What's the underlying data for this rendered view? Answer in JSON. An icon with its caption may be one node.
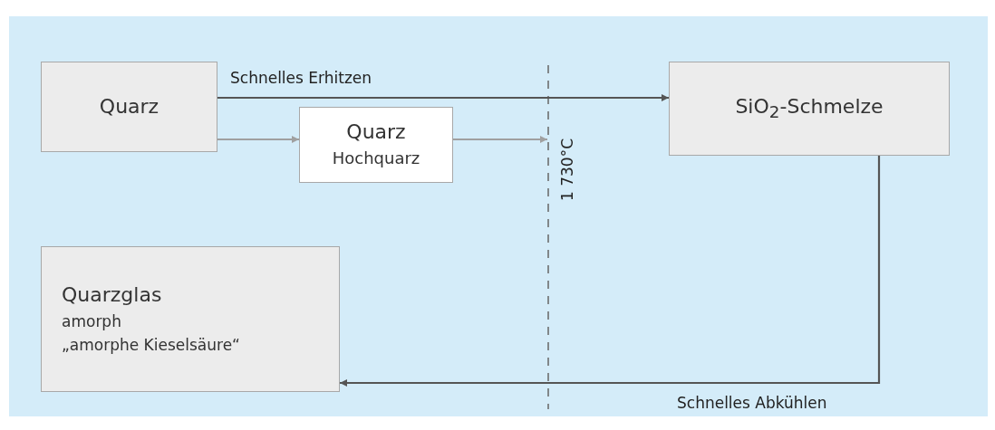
{
  "diagram": {
    "nodes": [
      {
        "text": [
          "Quarz"
        ]
      },
      {
        "text": [
          "Quarz",
          "Hochquarz"
        ]
      },
      {
        "text": [
          "SiO$_{2}$-Schmelze"
        ]
      },
      {
        "text": [
          "Quarzglas",
          "amorph",
          "„amorphe Kieselsäure“"
        ]
      },
      {
        "text": [
          "1 730°C"
        ]
      }
    ],
    "edges": [
      {
        "from": 0,
        "to": 2,
        "arrow": "to",
        "label": "Schnelles Erhitzen"
      },
      {
        "from": 0,
        "to": 1,
        "arrow": "to",
        "color": "#a0a0a0"
      },
      {
        "from": 1,
        "to": 4,
        "arrow": "to",
        "color": "#a0a0a0"
      },
      {
        "from": 2,
        "to": 3,
        "arrow": "to",
        "label": "Schnelles Abkühlen"
      }
    ]
  }
}
